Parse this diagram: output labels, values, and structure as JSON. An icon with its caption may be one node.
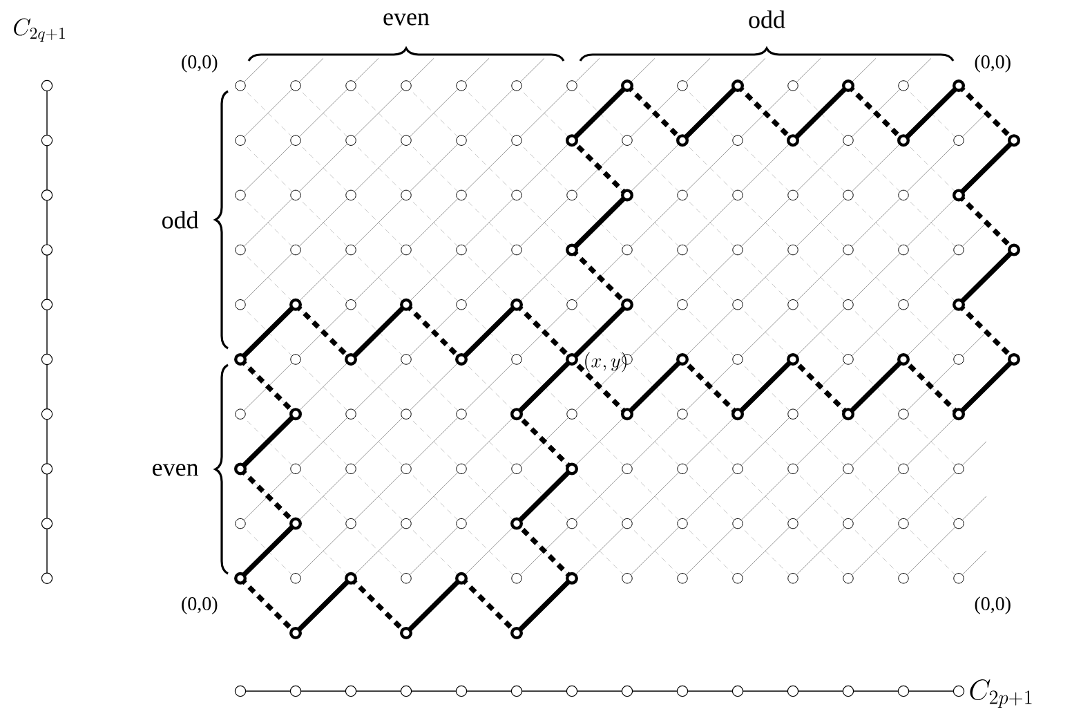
{
  "diagram": {
    "labels": [
      "C_{2q+1}",
      "even",
      "odd",
      "(0,0)",
      "(0,0)",
      "odd",
      "(x,y)",
      "even",
      "(0,0)",
      "(0,0)",
      "C_{2p+1}"
    ]
  }
}
